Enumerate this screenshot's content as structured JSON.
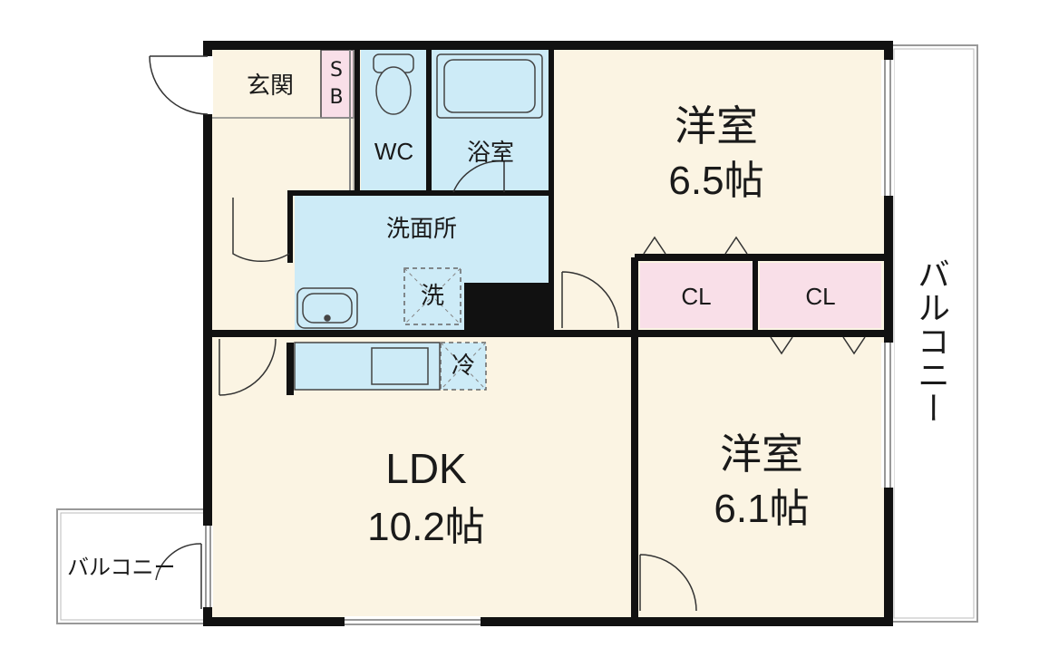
{
  "colors": {
    "floor": "#fbf4e3",
    "wet_area": "#cdebf7",
    "storage": "#f9dfe8",
    "wall": "#111111",
    "balcony_line": "#888888"
  },
  "rooms": {
    "entrance": "玄関",
    "shoebox_top": "S",
    "shoebox_bottom": "B",
    "toilet": "WC",
    "bath": "浴室",
    "washroom": "洗面所",
    "washer": "洗",
    "fridge": "冷",
    "ldk_name": "LDK",
    "ldk_size": "10.2帖",
    "bedroom1_name": "洋室",
    "bedroom1_size": "6.5帖",
    "bedroom2_name": "洋室",
    "bedroom2_size": "6.1帖",
    "closet1": "CL",
    "closet2": "CL",
    "balcony_east": "バルコニー",
    "balcony_west": "バルコニー"
  }
}
